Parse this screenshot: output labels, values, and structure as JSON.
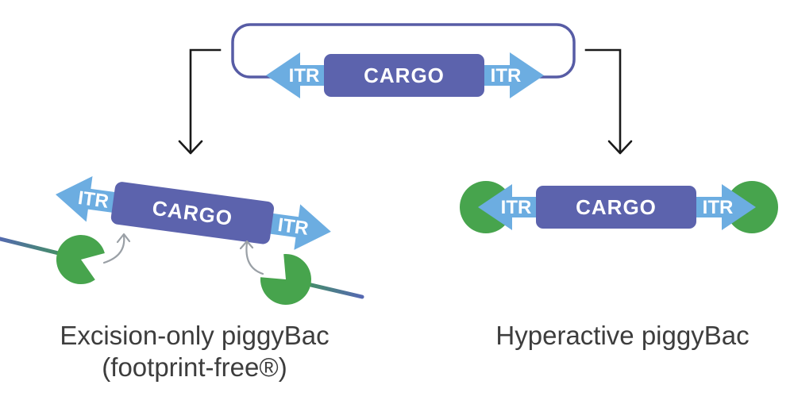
{
  "colors": {
    "background": "#ffffff",
    "plasmid_outline": "#575ca5",
    "itr_blue": "#6cade1",
    "cargo_purple": "#5c63ad",
    "transposase_green": "#47a44d",
    "dna_blue": "#5568b2",
    "dna_green": "#3f9b4f",
    "label_text": "#ffffff",
    "caption_text": "#3d3d3d",
    "flow_arrow": "#1a1a1a",
    "insertion_arrow": "#9aa0a6"
  },
  "plasmid": {
    "itr_left": "ITR",
    "cargo": "CARGO",
    "itr_right": "ITR"
  },
  "excision": {
    "itr_left": "ITR",
    "cargo": "CARGO",
    "itr_right": "ITR",
    "caption_line1": "Excision-only piggyBac",
    "caption_line2": "(footprint-free®)"
  },
  "hyperactive": {
    "itr_left": "ITR",
    "cargo": "CARGO",
    "itr_right": "ITR",
    "caption": "Hyperactive piggyBac"
  },
  "icons": {
    "plasmid_backbone": "rounded-loop-outline",
    "itr": "blue-arrow-segment",
    "transposase": "green-pacman-wedge",
    "dna": "gradient-strand-line"
  }
}
